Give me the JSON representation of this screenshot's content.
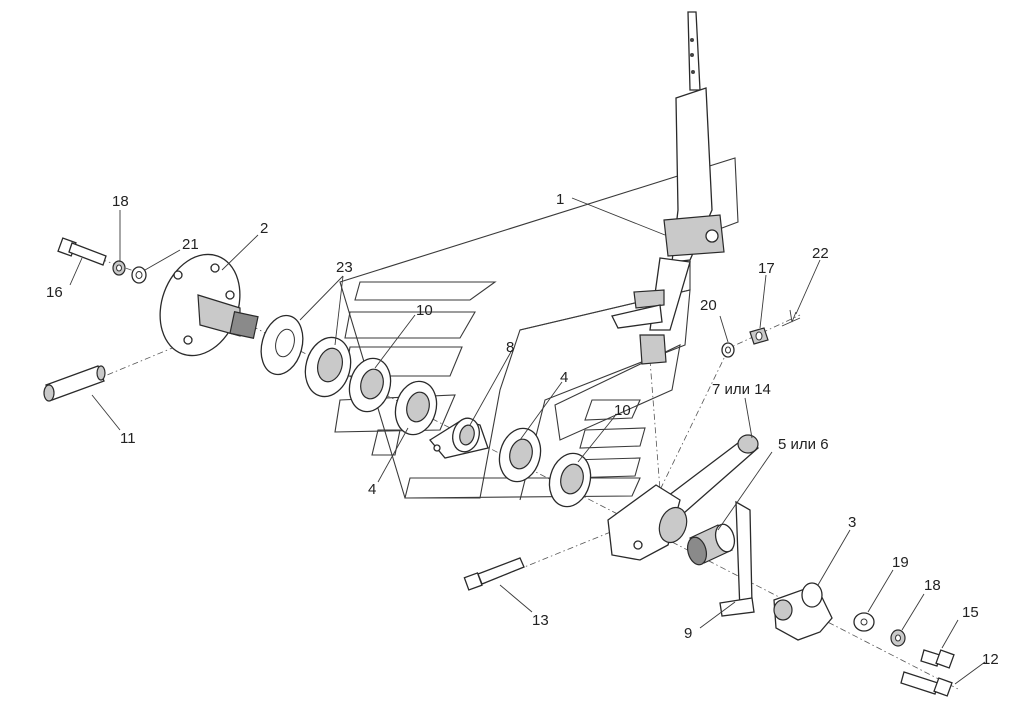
{
  "labels": {
    "l1": "1",
    "l2": "2",
    "l3": "3",
    "l4a": "4",
    "l4b": "4",
    "l5": "5 или 6",
    "l7": "7 или 14",
    "l8": "8",
    "l9": "9",
    "l10a": "10",
    "l10b": "10",
    "l11": "11",
    "l12": "12",
    "l13": "13",
    "l15": "15",
    "l16": "16",
    "l17": "17",
    "l18a": "18",
    "l18b": "18",
    "l19": "19",
    "l20": "20",
    "l21": "21",
    "l22": "22",
    "l23": "23"
  }
}
